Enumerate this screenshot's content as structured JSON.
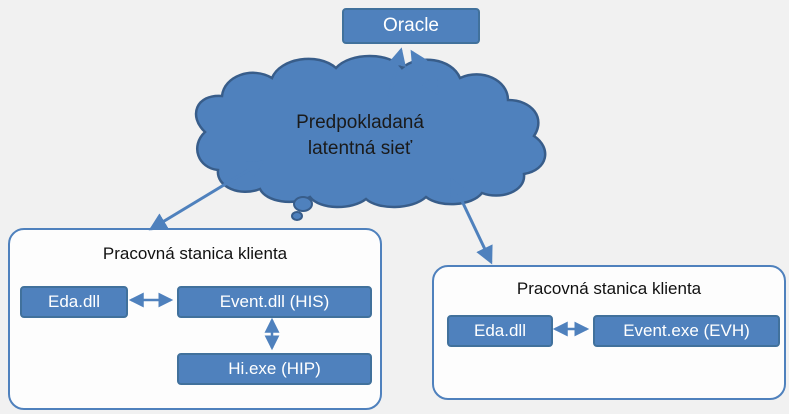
{
  "oracle": {
    "label": "Oracle"
  },
  "cloud": {
    "line1": "Predpokladaná",
    "line2": "latentná sieť"
  },
  "left_workstation": {
    "title": "Pracovná stanica klienta",
    "eda": "Eda.dll",
    "event": "Event.dll (HIS)",
    "hi": "Hi.exe (HIP)"
  },
  "right_workstation": {
    "title": "Pracovná stanica klienta",
    "eda": "Eda.dll",
    "event": "Event.exe (EVH)"
  },
  "colors": {
    "node_fill": "#4f81bd",
    "node_border": "#41719c",
    "cloud_fill": "#4f81bd",
    "cloud_border": "#385d8a",
    "arrow": "#4f81bd",
    "container_border": "#4f81bd",
    "background": "#f1f1f1"
  }
}
